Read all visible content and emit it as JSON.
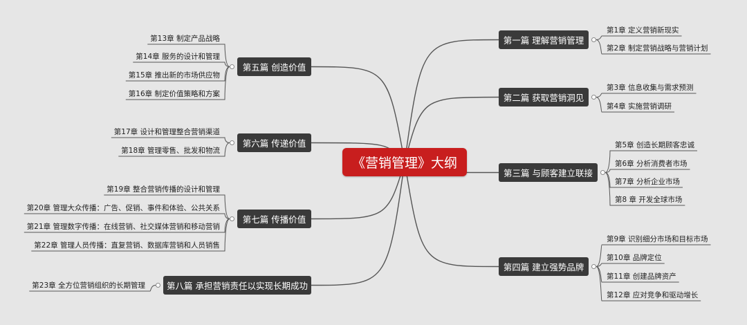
{
  "title": "《营销管理》大纲",
  "parts": [
    {
      "label": "第一篇 理解营销管理",
      "chapters": [
        "第1章 定义营销新现实",
        "第2章 制定营销战略与营销计划"
      ]
    },
    {
      "label": "第二篇 获取营销洞见",
      "chapters": [
        "第3章 信息收集与需求预测",
        "第4章 实施营销调研"
      ]
    },
    {
      "label": "第三篇 与顾客建立联接",
      "chapters": [
        "第5章 创造长期顾客忠诚",
        "第6章 分析消费者市场",
        "第7章 分析企业市场",
        "第8 章 开发全球市场"
      ]
    },
    {
      "label": "第四篇 建立强势品牌",
      "chapters": [
        "第9章 识别细分市场和目标市场",
        "第10章 品牌定位",
        "第11章 创建品牌资产",
        "第12章 应对竞争和驱动增长"
      ]
    },
    {
      "label": "第五篇 创造价值",
      "chapters": [
        "第13章 制定产品战略",
        "第14章 服务的设计和管理",
        "第15章 推出新的市场供应物",
        "第16章 制定价值策略和方案"
      ]
    },
    {
      "label": "第六篇 传递价值",
      "chapters": [
        "第17章 设计和管理整合营销渠道",
        "第18章 管理零售、批发和物流"
      ]
    },
    {
      "label": "第七篇 传播价值",
      "chapters": [
        "第19章 整合营销传播的设计和管理",
        "第20章 管理大众传播：广告、促销、事件和体验、公共关系",
        "第21章 管理数字传播：在线营销、社交媒体营销和移动营销",
        "第22章 管理人员传播：直复营销、数据库营销和人员销售"
      ]
    },
    {
      "label": "第八篇 承担营销责任以实现长期成功",
      "chapters": [
        "第23章 全方位营销组织的长期管理"
      ]
    }
  ]
}
